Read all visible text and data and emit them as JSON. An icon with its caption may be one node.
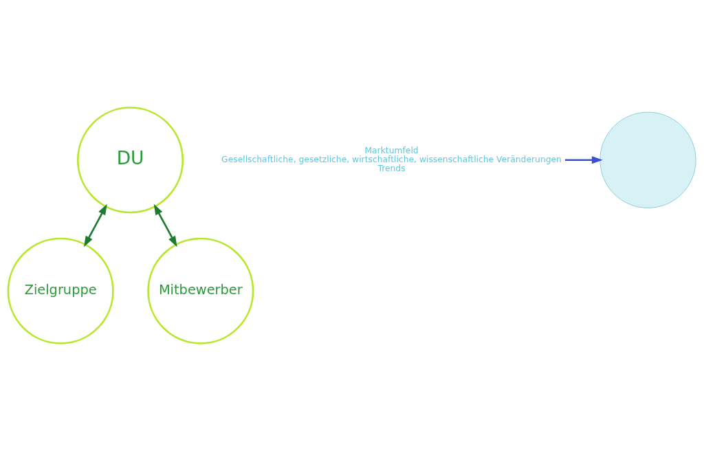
{
  "diagram": {
    "nodes": [
      {
        "text": [
          "DU"
        ]
      },
      {
        "text": [
          "Zielgruppe"
        ]
      },
      {
        "text": [
          "Mitbewerber"
        ]
      },
      {
        "text": [
          "Marktumfeld",
          "Gesellschaftliche, gesetzliche, wirtschaftliche, wissenschaftliche Veränderungen",
          "Trends"
        ]
      },
      {
        "text": [],
        "shape": "circle"
      }
    ],
    "edges": [
      {
        "from": 0,
        "to": 1,
        "arrow": "both"
      },
      {
        "from": 0,
        "to": 2,
        "arrow": "both"
      },
      {
        "from": 3,
        "to": 4,
        "arrow": "to",
        "color": "#3b4fd6"
      }
    ]
  }
}
